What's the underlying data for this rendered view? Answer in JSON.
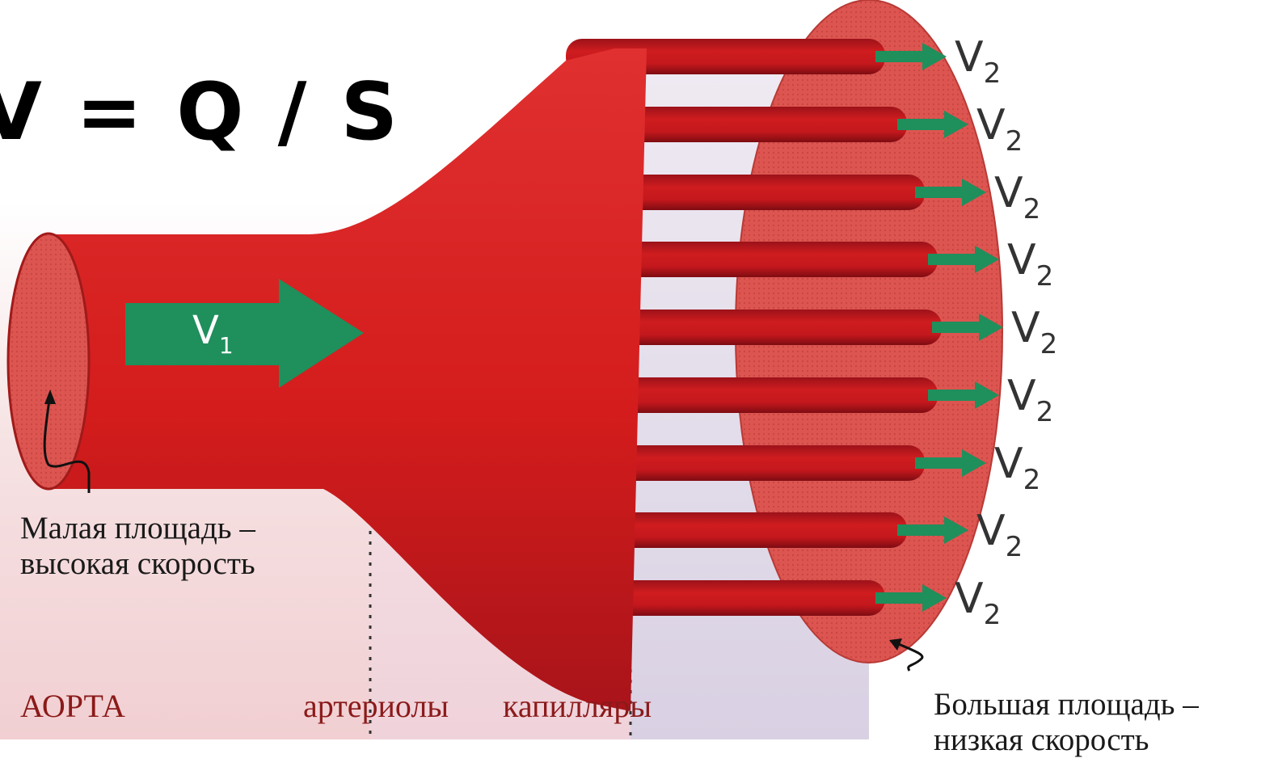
{
  "formula": "V = Q / S",
  "inlet_velocity_label": {
    "symbol": "V",
    "subscript": "1"
  },
  "outlet_velocity_label": {
    "symbol": "V",
    "subscript": "2"
  },
  "capillary_count": 9,
  "captions": {
    "small_area": {
      "line1": "Малая площадь –",
      "line2": "высокая скорость"
    },
    "large_area": {
      "line1": "Большая площадь –",
      "line2": "низкая скорость"
    }
  },
  "sections": {
    "aorta": "АОРТА",
    "arterioles": "артериолы",
    "capillaries": "капилляры"
  },
  "colors": {
    "vessel": "#d61c1c",
    "vessel_dark": "#8f0f15",
    "arrow": "#1f8f5c",
    "label_text": "#8b1a1a",
    "bg_aorta": "#f3d4d6",
    "bg_arterioles": "#f1d3d9",
    "bg_capillaries": "#d8d0e2",
    "outlet_ellipse": "#d9524c"
  }
}
